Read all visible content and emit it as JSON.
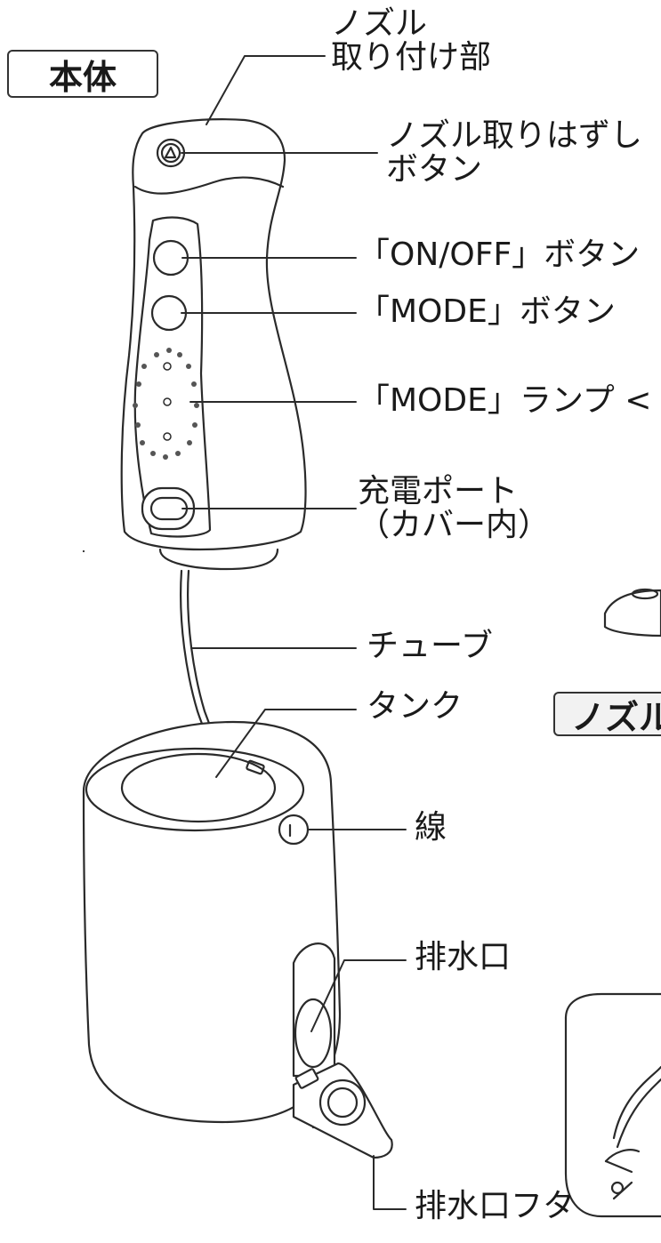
{
  "section_title": "本体",
  "nozzle_section_title": "ノズル",
  "labels": {
    "nozzle_mount_line1": "ノズル",
    "nozzle_mount_line2": "取り付け部",
    "nozzle_release_line1": "ノズル取りはずし",
    "nozzle_release_line2": "ボタン",
    "on_off_button": "「ON/OFF」ボタン",
    "mode_button": "「MODE」ボタン",
    "mode_lamp": "「MODE」ランプ <",
    "charge_port_line1": "充電ポート",
    "charge_port_line2": "（カバー内）",
    "tube": "チューブ",
    "tank": "タンク",
    "line": "線",
    "drain": "排水口",
    "drain_cover": "排水口フタ"
  },
  "colors": {
    "stroke": "#2a2a2a",
    "fill": "#ffffff",
    "badge_fill": "#f2f2f2"
  }
}
